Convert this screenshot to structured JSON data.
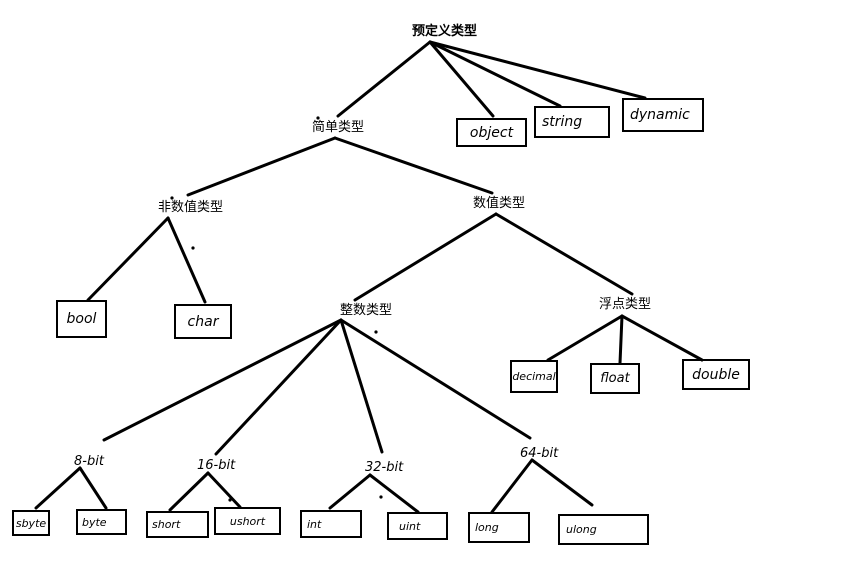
{
  "root": "预定义类型",
  "simple": "简单类型",
  "non_numeric": "非数值类型",
  "numeric": "数值类型",
  "integer": "整数类型",
  "floating": "浮点类型",
  "bits": {
    "b8": "8-bit",
    "b16": "16-bit",
    "b32": "32-bit",
    "b64": "64-bit"
  },
  "types": {
    "object": "object",
    "string": "string",
    "dynamic": "dynamic",
    "bool": "bool",
    "char": "char",
    "decimal": "decimal",
    "float": "float",
    "double": "double",
    "sbyte": "sbyte",
    "byte": "byte",
    "short": "short",
    "ushort": "ushort",
    "int": "int",
    "uint": "uint",
    "long": "long",
    "ulong": "ulong"
  }
}
